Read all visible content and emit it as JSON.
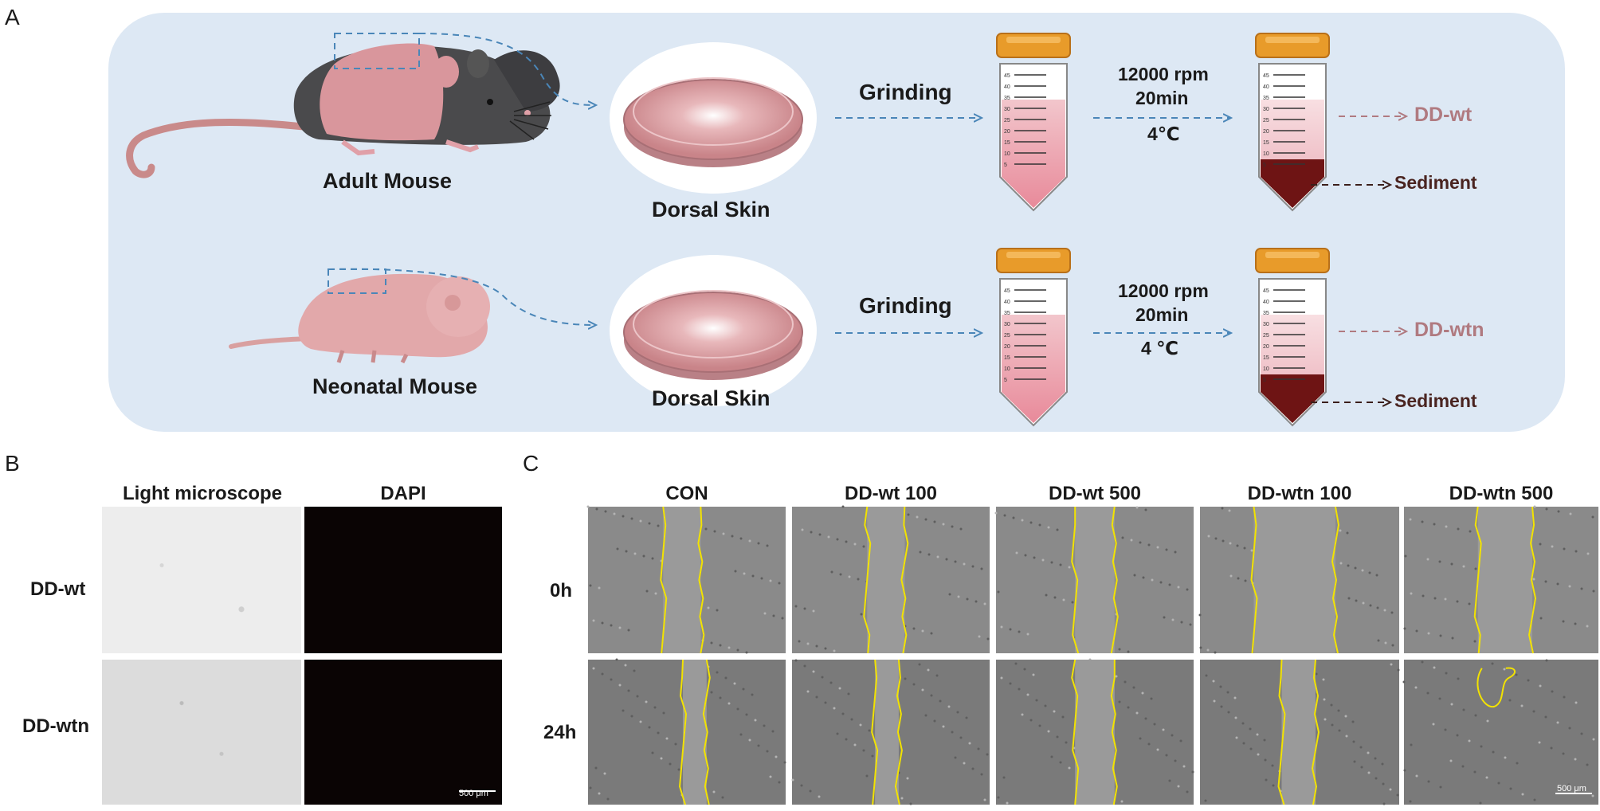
{
  "panels": {
    "a": "A",
    "b": "B",
    "c": "C"
  },
  "panel_a": {
    "rows": [
      {
        "animal": "Adult Mouse",
        "tissue": "Dorsal Skin",
        "step": "Grinding",
        "spin_speed": "12000 rpm",
        "spin_time": "20min",
        "temp": "4℃",
        "supernatant": "DD-wt",
        "pellet": "Sediment"
      },
      {
        "animal": "Neonatal Mouse",
        "tissue": "Dorsal Skin",
        "step": "Grinding",
        "spin_speed": "12000 rpm",
        "spin_time": "20min",
        "temp": "4 ℃",
        "supernatant": "DD-wtn",
        "pellet": "Sediment"
      }
    ],
    "tube_ticks": [
      "45",
      "40",
      "35",
      "30",
      "25",
      "20",
      "15",
      "10",
      "5"
    ],
    "colors": {
      "background": "#dde8f4",
      "arrow": "#4a86b8",
      "skin": "#d7939a",
      "supernatant_label": "#b07a80",
      "sediment_label": "#4a2420",
      "cap": "#e89b2a"
    }
  },
  "panel_b": {
    "columns": [
      "Light microscope",
      "DAPI"
    ],
    "rows": [
      "DD-wt",
      "DD-wtn"
    ],
    "scale_bar": "500 μm"
  },
  "panel_c": {
    "columns": [
      "CON",
      "DD-wt 100",
      "DD-wt 500",
      "DD-wtn 100",
      "DD-wtn 500"
    ],
    "rows": [
      "0h",
      "24h"
    ],
    "scale_bar": "500 μm",
    "wound_edge_color": "#f2e200"
  }
}
